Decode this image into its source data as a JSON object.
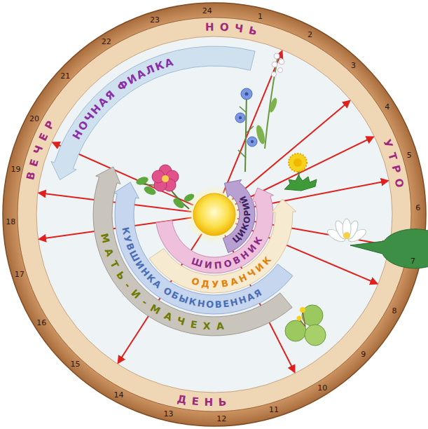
{
  "diagram": {
    "nodes": [
      {
        "text": [
          "НОЧНАЯ ФИАЛКА"
        ]
      },
      {
        "text": [
          "ЦИКОРИЙ"
        ]
      },
      {
        "text": [
          "ШИПОВНИК"
        ]
      },
      {
        "text": [
          "ОДУВАНЧИК"
        ]
      },
      {
        "text": [
          "КУВШИНКА ОБЫКНОВЕННАЯ"
        ]
      },
      {
        "text": [
          "МАТЬ-И-МАЧЕХА"
        ]
      }
    ],
    "labels": [
      "1",
      "2",
      "3",
      "4",
      "5",
      "6",
      "7",
      "8",
      "9",
      "10",
      "11",
      "12",
      "13",
      "14",
      "15",
      "16",
      "17",
      "18",
      "19",
      "20",
      "21",
      "22",
      "23",
      "24",
      "НОЧЬ",
      "УТРО",
      "ДЕНЬ",
      "ВЕЧЕР"
    ]
  }
}
